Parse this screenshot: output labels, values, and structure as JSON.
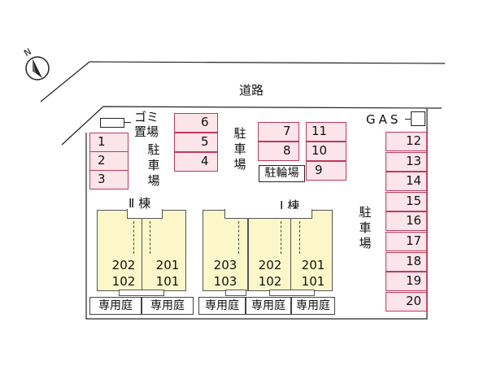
{
  "north": "N",
  "road": "道路",
  "gas": "GAS",
  "garbage": [
    "ゴミ",
    "置場"
  ],
  "parking_label": [
    "駐",
    "車",
    "場"
  ],
  "bike_parking": "駐輪場",
  "parking_left": [
    "1",
    "2",
    "3"
  ],
  "parking_mid": [
    "6",
    "5",
    "4"
  ],
  "parking_center_a": [
    "7",
    "8"
  ],
  "parking_center_b": [
    "11",
    "10",
    "9"
  ],
  "parking_right": [
    "12",
    "13",
    "14",
    "15",
    "16",
    "17",
    "18",
    "19",
    "20"
  ],
  "building_2": "Ⅱ 棟",
  "building_1": "Ⅰ 棟",
  "units": [
    {
      "upper": "202",
      "lower": "102"
    },
    {
      "upper": "201",
      "lower": "101"
    },
    {
      "upper": "203",
      "lower": "103"
    },
    {
      "upper": "202",
      "lower": "102"
    },
    {
      "upper": "201",
      "lower": "101"
    }
  ],
  "garden": "専用庭",
  "colors": {
    "slot_border": "#c0395b",
    "slot_fill": "#fbe4ea",
    "building_fill": "#fbf7c9"
  }
}
